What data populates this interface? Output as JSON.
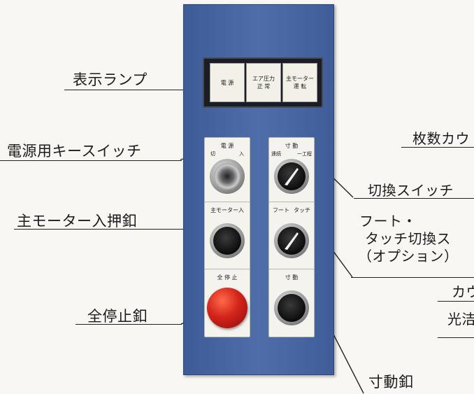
{
  "callouts": {
    "indicator_lamp": "表示ランプ",
    "power_key_switch": "電源用キースイッチ",
    "main_motor_button": "主モーター入押釦",
    "emergency_stop_button": "全停止釦",
    "inch_button": "寸動釦",
    "sheet_counter": "枚数カウ",
    "selector_switch": "切換スイッチ",
    "foot_touch_line1": "フート・",
    "foot_touch_line2": "タッチ切換ス",
    "foot_touch_line3": "（オプション）",
    "counter_partial": "カウ",
    "photo_partial": "光洁"
  },
  "lamps": {
    "power": "電 源",
    "air_pressure_stop": "エア圧力\n正 常",
    "main_motor_running": "主モーター\n運 転"
  },
  "switches": {
    "power_plate": "電 源",
    "power_off": "切",
    "power_on": "入",
    "mode_plate": "寸 動",
    "mode_left": "連続",
    "mode_right": "一工程",
    "motor_plate": "主モーター入",
    "foot_touch_left": "フート",
    "foot_touch_right": "タッチ",
    "estop_plate": "全 停 止",
    "inch_plate": "寸 動"
  },
  "colors": {
    "panel": "#4a68a3",
    "emergency_stop": "#d3231a"
  }
}
